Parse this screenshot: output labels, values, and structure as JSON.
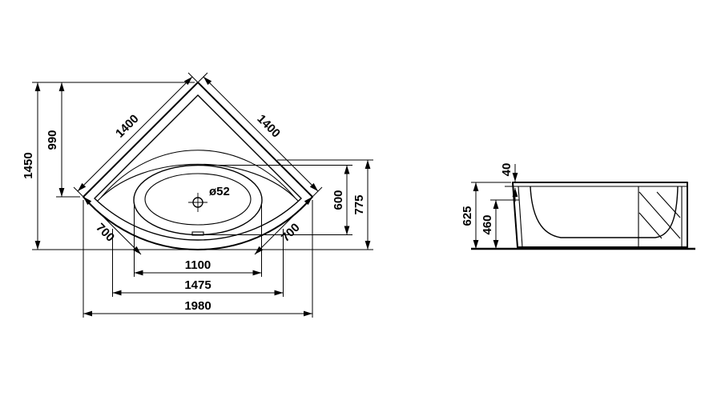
{
  "colors": {
    "line": "#000000",
    "background": "#ffffff"
  },
  "plan": {
    "d1450": "1450",
    "d990": "990",
    "d1400_left": "1400",
    "d1400_right": "1400",
    "d700_left": "700",
    "d700_right": "700",
    "d1100": "1100",
    "d1475": "1475",
    "d1980": "1980",
    "d600": "600",
    "d775": "775",
    "drain_diameter": "ø52"
  },
  "side": {
    "d40": "40",
    "d460": "460",
    "d625": "625"
  }
}
